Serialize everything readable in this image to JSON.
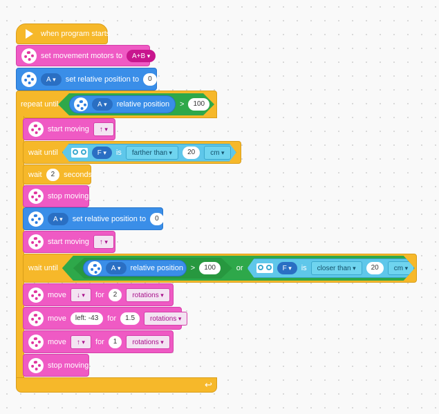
{
  "program": {
    "hat_label": "when program starts",
    "set_motors": {
      "label": "set movement motors to",
      "value": "A+B"
    },
    "set_pos_1": {
      "port": "A",
      "label": "set relative position to",
      "value": "0"
    },
    "repeat": {
      "label": "repeat until",
      "cond": {
        "port": "A",
        "label": "relative position",
        "op": ">",
        "value": "100"
      }
    },
    "start_moving_1": {
      "label": "start moving",
      "dir": "↑"
    },
    "wait_until_1": {
      "label": "wait until",
      "port": "F",
      "is": "is",
      "rel": "farther than",
      "value": "20",
      "unit": "cm",
      "q": "?"
    },
    "wait_secs": {
      "label": "wait",
      "value": "2",
      "unit": "seconds"
    },
    "stop_1": {
      "label": "stop moving"
    },
    "set_pos_2": {
      "port": "A",
      "label": "set relative position to",
      "value": "0"
    },
    "start_moving_2": {
      "label": "start moving",
      "dir": "↑"
    },
    "wait_until_2": {
      "label": "wait until",
      "left": {
        "port": "A",
        "label": "relative position",
        "op": ">",
        "value": "100"
      },
      "or": "or",
      "right": {
        "port": "F",
        "is": "is",
        "rel": "closer than",
        "value": "20",
        "unit": "cm",
        "q": "?"
      }
    },
    "move_1": {
      "label": "move",
      "dir": "↓",
      "for": "for",
      "value": "2",
      "unit": "rotations"
    },
    "move_2": {
      "label": "move",
      "steer": "left: -43",
      "for": "for",
      "value": "1.5",
      "unit": "rotations"
    },
    "move_3": {
      "label": "move",
      "dir": "↑",
      "for": "for",
      "value": "1",
      "unit": "rotations"
    },
    "stop_2": {
      "label": "stop moving"
    },
    "loop_end_icon": "loop-arrow-icon"
  },
  "colors": {
    "events": "#f6b82a",
    "movement": "#ef5ac4",
    "motors": "#3a8ee8",
    "operators": "#2ea84a",
    "sensors": "#5fc7ea"
  }
}
